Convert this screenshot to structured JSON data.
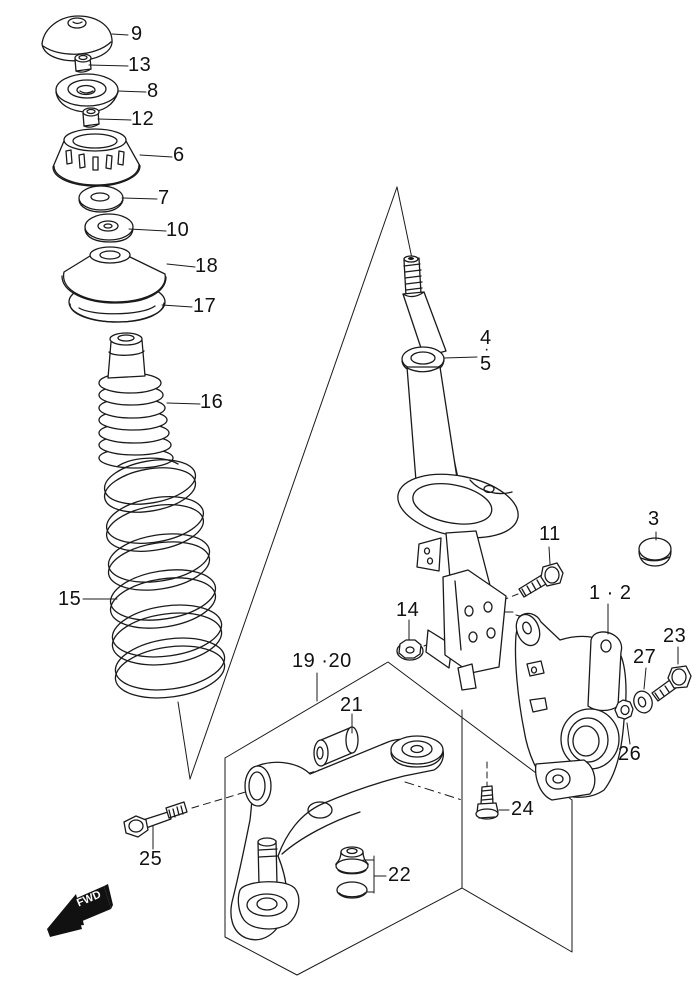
{
  "diagram": {
    "background_color": "#ffffff",
    "line_color": "#1a1a1a",
    "fwd_marker": "FWD",
    "part_labels": {
      "n9": "9",
      "n13": "13",
      "n8": "8",
      "n12": "12",
      "n6": "6",
      "n7": "7",
      "n10": "10",
      "n18": "18",
      "n17": "17",
      "n16": "16",
      "n15": "15",
      "n4": "4",
      "dot": "·",
      "n5": "5",
      "n11": "11",
      "n3": "3",
      "n1_2": "1 · 2",
      "n14": "14",
      "n23": "23",
      "n27": "27",
      "n19_20": "19 ·20",
      "n21": "21",
      "n26": "26",
      "n24": "24",
      "n22": "22",
      "n25": "25"
    }
  }
}
